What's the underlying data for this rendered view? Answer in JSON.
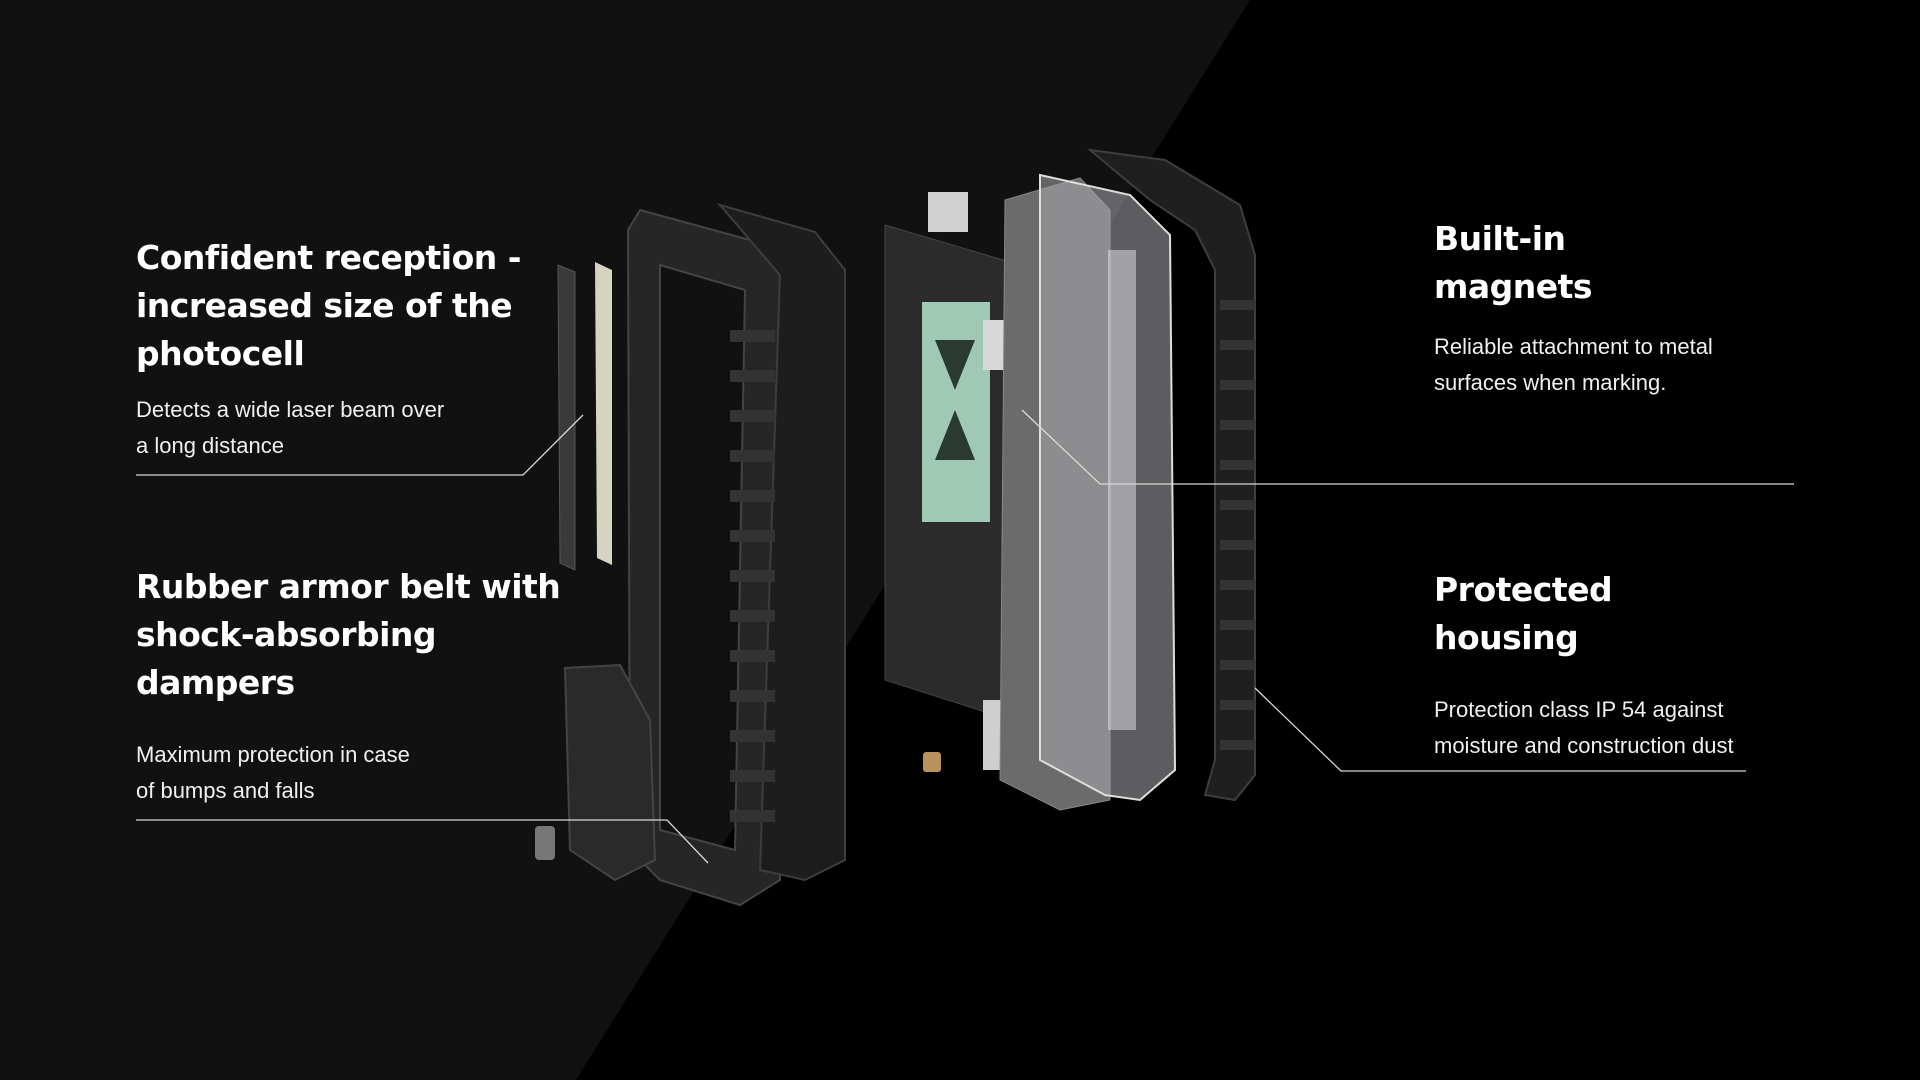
{
  "colors": {
    "background_left": "#111111",
    "background_right": "#000000",
    "text": "#ffffff",
    "callout_line": "#d8d8d8"
  },
  "features": [
    {
      "title_lines": [
        "Confident reception -",
        "increased size of the",
        "photocell"
      ],
      "description_lines": [
        "Detects a wide laser beam over",
        "a long distance"
      ]
    },
    {
      "title_lines": [
        "Rubber armor belt with",
        "shock-absorbing",
        "dampers"
      ],
      "description_lines": [
        "Maximum protection in case",
        "of bumps and falls"
      ]
    },
    {
      "title_lines": [
        "Built-in",
        "magnets"
      ],
      "description_lines": [
        "Reliable attachment to metal",
        "surfaces when marking."
      ]
    },
    {
      "title_lines": [
        "Protected",
        "housing"
      ],
      "description_lines": [
        "Protection class IP 54 against",
        "moisture and construction dust"
      ]
    }
  ]
}
